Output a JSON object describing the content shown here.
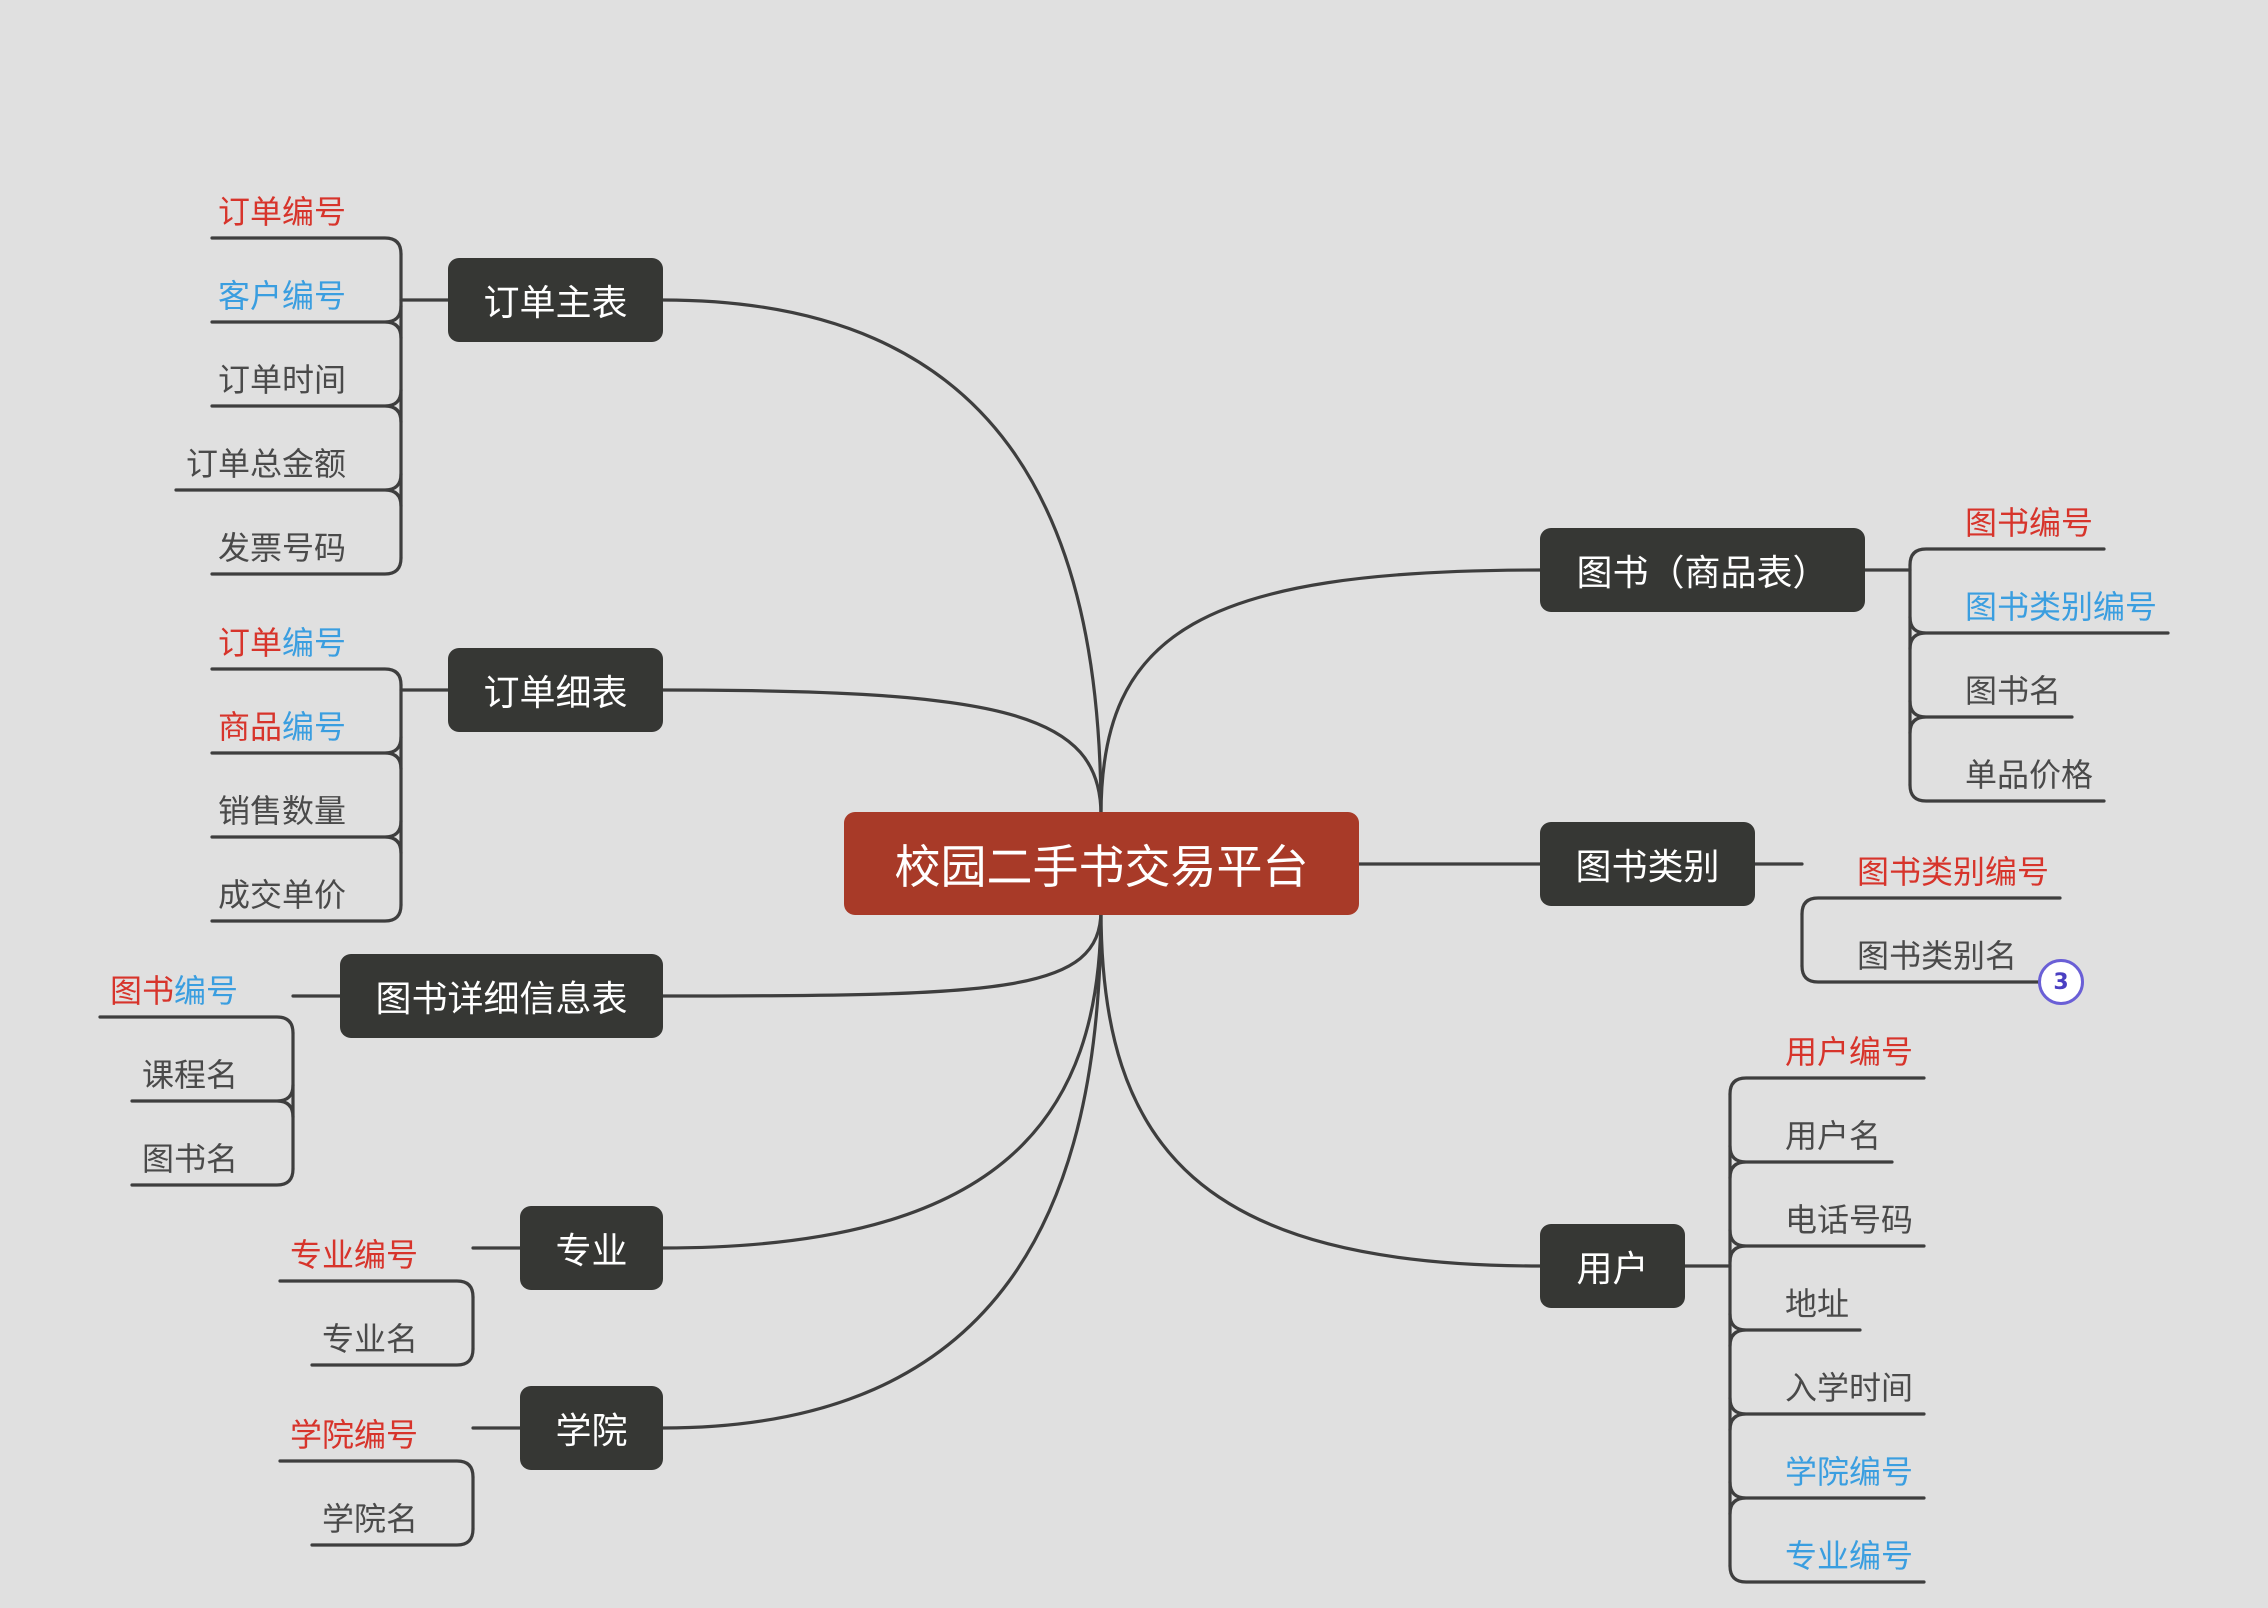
{
  "root": {
    "label": "校园二手书交易平台"
  },
  "branches": [
    {
      "id": "order_master",
      "label": "订单主表",
      "fields": [
        {
          "parts": [
            {
              "text": "订单编号",
              "color": "red"
            }
          ]
        },
        {
          "parts": [
            {
              "text": "客户编号",
              "color": "blue"
            }
          ]
        },
        {
          "parts": [
            {
              "text": "订单时间",
              "color": "gray"
            }
          ]
        },
        {
          "parts": [
            {
              "text": "订单总金额",
              "color": "gray"
            }
          ]
        },
        {
          "parts": [
            {
              "text": "发票号码",
              "color": "gray"
            }
          ]
        }
      ]
    },
    {
      "id": "order_detail",
      "label": "订单细表",
      "fields": [
        {
          "parts": [
            {
              "text": "订单",
              "color": "red"
            },
            {
              "text": "编号",
              "color": "blue"
            }
          ]
        },
        {
          "parts": [
            {
              "text": "商品",
              "color": "red"
            },
            {
              "text": "编号",
              "color": "blue"
            }
          ]
        },
        {
          "parts": [
            {
              "text": "销售数量",
              "color": "gray"
            }
          ]
        },
        {
          "parts": [
            {
              "text": "成交单价",
              "color": "gray"
            }
          ]
        }
      ]
    },
    {
      "id": "book_detail",
      "label": "图书详细信息表",
      "fields": [
        {
          "parts": [
            {
              "text": "图书",
              "color": "red"
            },
            {
              "text": "编号",
              "color": "blue"
            }
          ]
        },
        {
          "parts": [
            {
              "text": "课程名",
              "color": "gray"
            }
          ]
        },
        {
          "parts": [
            {
              "text": "图书名",
              "color": "gray"
            }
          ]
        }
      ]
    },
    {
      "id": "major",
      "label": "专业",
      "fields": [
        {
          "parts": [
            {
              "text": "专业编号",
              "color": "red"
            }
          ]
        },
        {
          "parts": [
            {
              "text": "专业名",
              "color": "gray"
            }
          ]
        }
      ]
    },
    {
      "id": "college",
      "label": "学院",
      "fields": [
        {
          "parts": [
            {
              "text": "学院编号",
              "color": "red"
            }
          ]
        },
        {
          "parts": [
            {
              "text": "学院名",
              "color": "gray"
            }
          ]
        }
      ]
    },
    {
      "id": "book",
      "label": "图书（商品表）",
      "fields": [
        {
          "parts": [
            {
              "text": "图书编号",
              "color": "red"
            }
          ]
        },
        {
          "parts": [
            {
              "text": "图书类别编号",
              "color": "blue"
            }
          ]
        },
        {
          "parts": [
            {
              "text": "图书名",
              "color": "gray"
            }
          ]
        },
        {
          "parts": [
            {
              "text": "单品价格",
              "color": "gray"
            }
          ]
        }
      ]
    },
    {
      "id": "book_category",
      "label": "图书类别",
      "fields": [
        {
          "parts": [
            {
              "text": "图书类别编号",
              "color": "red"
            }
          ]
        },
        {
          "parts": [
            {
              "text": "图书类别名",
              "color": "gray"
            }
          ],
          "badge": "3"
        }
      ]
    },
    {
      "id": "user",
      "label": "用户",
      "fields": [
        {
          "parts": [
            {
              "text": "用户编号",
              "color": "red"
            }
          ]
        },
        {
          "parts": [
            {
              "text": "用户名",
              "color": "gray"
            }
          ]
        },
        {
          "parts": [
            {
              "text": "电话号码",
              "color": "gray"
            }
          ]
        },
        {
          "parts": [
            {
              "text": "地址",
              "color": "gray"
            }
          ]
        },
        {
          "parts": [
            {
              "text": "入学时间",
              "color": "gray"
            }
          ]
        },
        {
          "parts": [
            {
              "text": "学院编号",
              "color": "blue"
            }
          ]
        },
        {
          "parts": [
            {
              "text": "专业编号",
              "color": "blue"
            }
          ]
        }
      ]
    }
  ]
}
